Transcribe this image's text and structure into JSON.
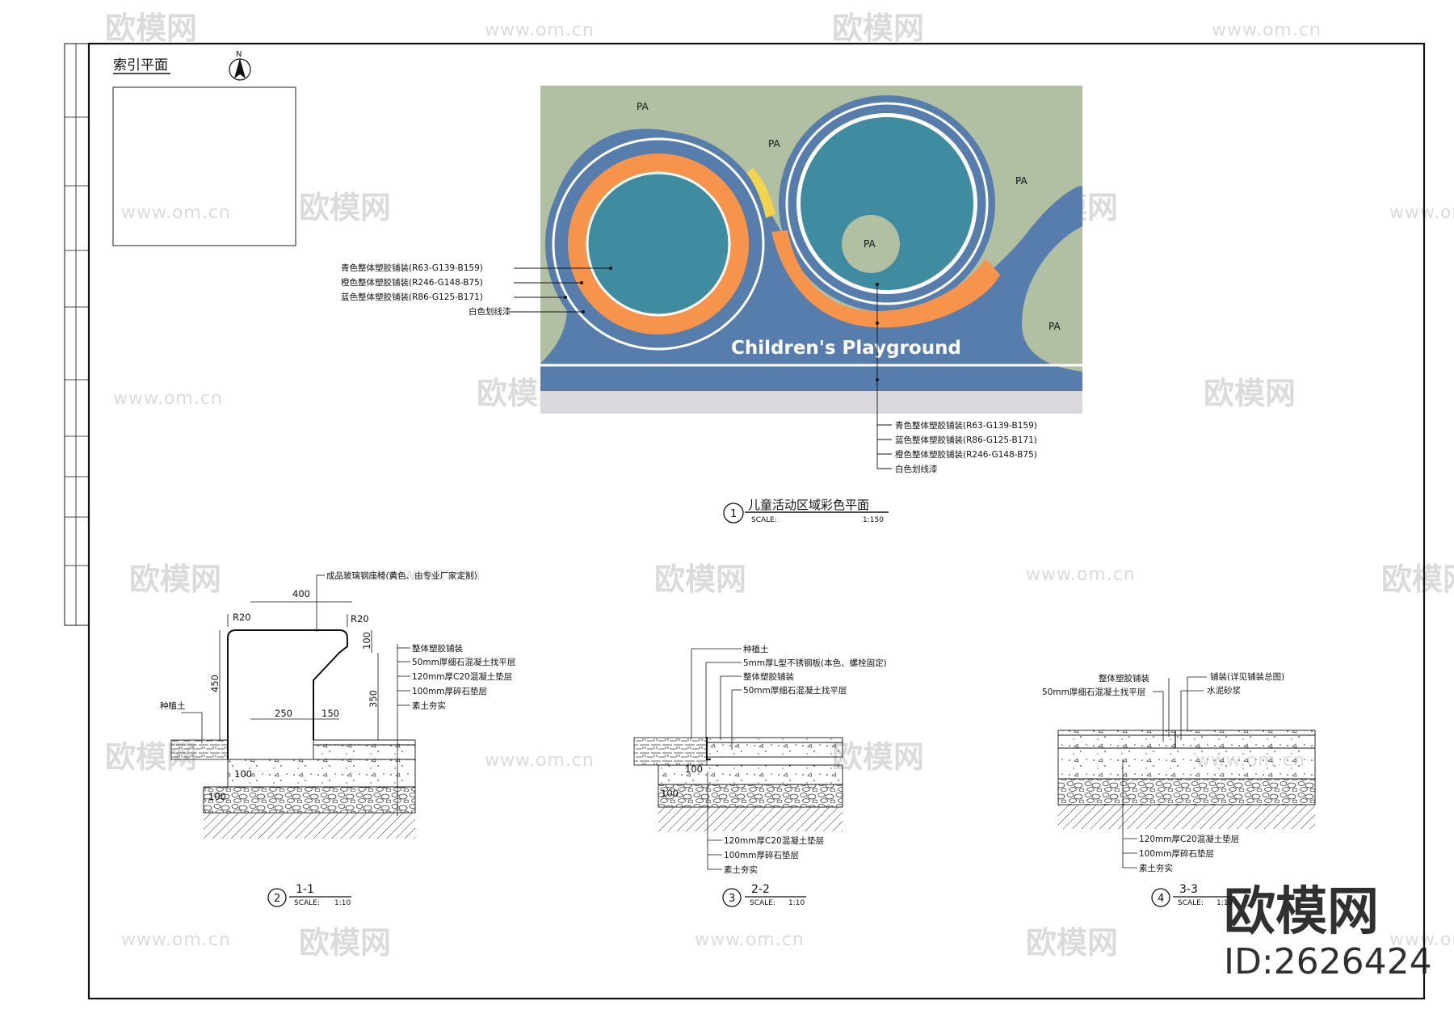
{
  "index_plan": {
    "title": "索引平面",
    "north": "N"
  },
  "plan": {
    "title": "儿童活动区域彩色平面",
    "number": "1",
    "scale_label": "SCALE:",
    "scale_value": "1:150",
    "pa_labels": [
      "PA",
      "PA",
      "PA",
      "PA",
      "PA"
    ],
    "playground_text": "Children's Playground",
    "left_callouts": [
      "青色整体塑胶铺装(R63-G139-B159)",
      "橙色整体塑胶铺装(R246-G148-B75)",
      "蓝色整体塑胶铺装(R86-G125-B171)",
      "白色划线漆"
    ],
    "right_callouts": [
      "青色整体塑胶铺装(R63-G139-B159)",
      "蓝色整体塑胶铺装(R86-G125-B171)",
      "橙色整体塑胶铺装(R246-G148-B75)",
      "白色划线漆"
    ],
    "colors": {
      "teal": "#3F8B9F",
      "orange": "#F6944B",
      "blue": "#567DAB",
      "green": "#B1C0A2",
      "grey": "#DAD7DD",
      "yellow": "#F4D44E"
    }
  },
  "section1": {
    "number": "2",
    "title": "1-1",
    "scale_label": "SCALE:",
    "scale_value": "1:10",
    "top_note": "成品玻璃钢座椅(黄色、由专业厂家定制)",
    "layers": [
      "整体塑胶铺装",
      "50mm厚细石混凝土找平层",
      "120mm厚C20混凝土垫层",
      "100mm厚碎石垫层",
      "素土夯实"
    ],
    "soil": "种植土",
    "dims": {
      "top": "400",
      "r_left": "R20",
      "r_right": "R20",
      "h450": "450",
      "h100": "100",
      "h350": "350",
      "w250": "250",
      "w150": "150",
      "b100a": "100",
      "b100b": "100"
    }
  },
  "section2": {
    "number": "3",
    "title": "2-2",
    "scale_label": "SCALE:",
    "scale_value": "1:10",
    "top_layers": [
      "种植土",
      "5mm厚L型不锈钢板(本色、螺栓固定)",
      "整体塑胶铺装",
      "50mm厚细石混凝土找平层"
    ],
    "bottom_layers": [
      "120mm厚C20混凝土垫层",
      "100mm厚碎石垫层",
      "素土夯实"
    ],
    "dims": {
      "a": "100",
      "b": "100"
    }
  },
  "section3": {
    "number": "4",
    "title": "3-3",
    "scale_label": "SCALE:",
    "scale_value": "1:10",
    "top_left": [
      "整体塑胶铺装",
      "50mm厚细石混凝土找平层"
    ],
    "top_right": [
      "铺装(详见铺装总图)",
      "水泥砂浆"
    ],
    "bottom_layers": [
      "120mm厚C20混凝土垫层",
      "100mm厚碎石垫层",
      "素土夯实"
    ]
  },
  "watermark": {
    "cn": "欧模网",
    "url": "www.om.cn",
    "brand": "欧模网",
    "id": "ID:2626424"
  }
}
